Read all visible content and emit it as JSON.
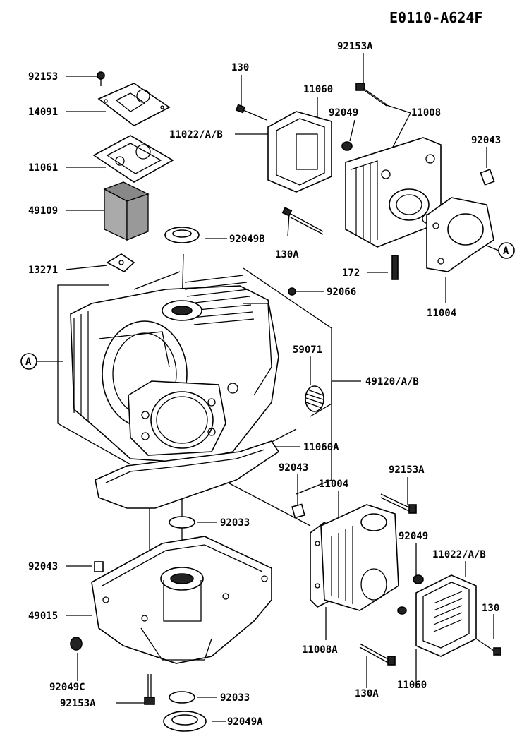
{
  "diagram": {
    "code": "E0110-A624F",
    "labels": {
      "p92153": "92153",
      "p14091": "14091",
      "p11061": "11061",
      "p49109": "49109",
      "p13271": "13271",
      "p130_top": "130",
      "p11060_top": "11060",
      "p92153A_top": "92153A",
      "p92049_top": "92049",
      "p11008": "11008",
      "p11022_top": "11022/A/B",
      "p92043_right": "92043",
      "p92049B": "92049B",
      "p130A_top": "130A",
      "p172": "172",
      "p92066": "92066",
      "p11004_top": "11004",
      "p59071": "59071",
      "p49120": "49120/A/B",
      "p11060A": "11060A",
      "p92043_mid": "92043",
      "p11004_bottom": "11004",
      "p92153A_bottom": "92153A",
      "p92033_top": "92033",
      "p92049_bottom": "92049",
      "p11022_bottom": "11022/A/B",
      "p92043_left": "92043",
      "p49015": "49015",
      "p130_bottom": "130",
      "p92049C": "92049C",
      "p11008A": "11008A",
      "p130A_bottom": "130A",
      "p11060_bottom": "11060",
      "p92153A_left": "92153A",
      "p92033_bottom": "92033",
      "p92049A": "92049A"
    },
    "ref_marks": [
      "A",
      "A"
    ]
  }
}
